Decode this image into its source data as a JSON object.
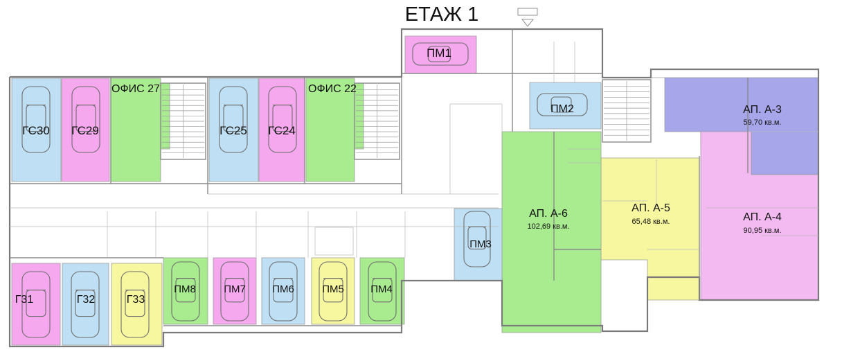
{
  "title": "ЕТАЖ 1",
  "colors": {
    "blue": "#bfe0f4",
    "pink": "#f6a8ee",
    "green": "#a9ec8f",
    "yellow": "#f7f7a0",
    "purple": "#a7a6ea",
    "magenta": "#f3b9f1"
  },
  "units": [
    {
      "id": "pm1",
      "label": "ПМ1",
      "color": "pink"
    },
    {
      "id": "gs30",
      "label": "ГС30",
      "color": "blue"
    },
    {
      "id": "gs29",
      "label": "ГС29",
      "color": "pink"
    },
    {
      "id": "office27",
      "label": "ОФИС 27",
      "color": "green"
    },
    {
      "id": "gs25",
      "label": "ГС25",
      "color": "blue"
    },
    {
      "id": "gs24",
      "label": "ГС24",
      "color": "pink"
    },
    {
      "id": "office22",
      "label": "ОФИС 22",
      "color": "green"
    },
    {
      "id": "pm2",
      "label": "ПМ2",
      "color": "blue"
    },
    {
      "id": "ap_a3",
      "label": "АП. А-3",
      "area": "59,70 кв.м.",
      "color": "purple"
    },
    {
      "id": "ap_a4",
      "label": "АП. А-4",
      "area": "90,95 кв.м.",
      "color": "magenta"
    },
    {
      "id": "ap_a5",
      "label": "АП. А-5",
      "area": "65,48 кв.м.",
      "color": "yellow"
    },
    {
      "id": "ap_a6",
      "label": "АП. А-6",
      "area": "102,69 кв.м.",
      "color": "green"
    },
    {
      "id": "pm3",
      "label": "ПМ3",
      "color": "blue"
    },
    {
      "id": "g31",
      "label": "Г31",
      "color": "pink"
    },
    {
      "id": "g32",
      "label": "Г32",
      "color": "blue"
    },
    {
      "id": "g33",
      "label": "Г33",
      "color": "yellow"
    },
    {
      "id": "pm8",
      "label": "ПМ8",
      "color": "green"
    },
    {
      "id": "pm7",
      "label": "ПМ7",
      "color": "pink"
    },
    {
      "id": "pm6",
      "label": "ПМ6",
      "color": "blue"
    },
    {
      "id": "pm5",
      "label": "ПМ5",
      "color": "yellow"
    },
    {
      "id": "pm4",
      "label": "ПМ4",
      "color": "green"
    }
  ]
}
